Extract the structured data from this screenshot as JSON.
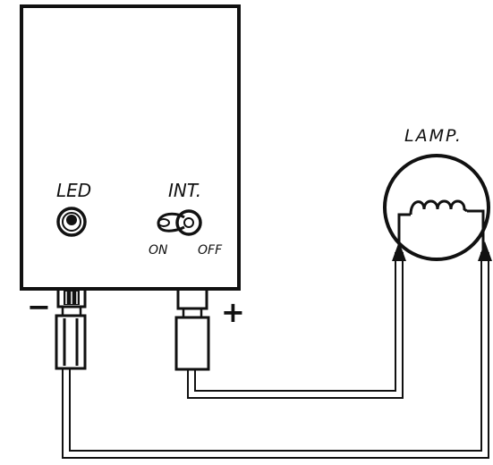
{
  "labels": {
    "led": "LED",
    "switch": "INT.",
    "switch_on": "ON",
    "switch_off": "OFF",
    "lamp": "LAMP.",
    "minus": "−",
    "plus": "+"
  },
  "icons": {
    "led": "led-indicator-icon",
    "switch": "toggle-switch-icon",
    "lamp": "lamp-bulb-icon",
    "arrow": "current-arrow-icon"
  },
  "colors": {
    "ink": "#111111",
    "paper": "#ffffff"
  }
}
